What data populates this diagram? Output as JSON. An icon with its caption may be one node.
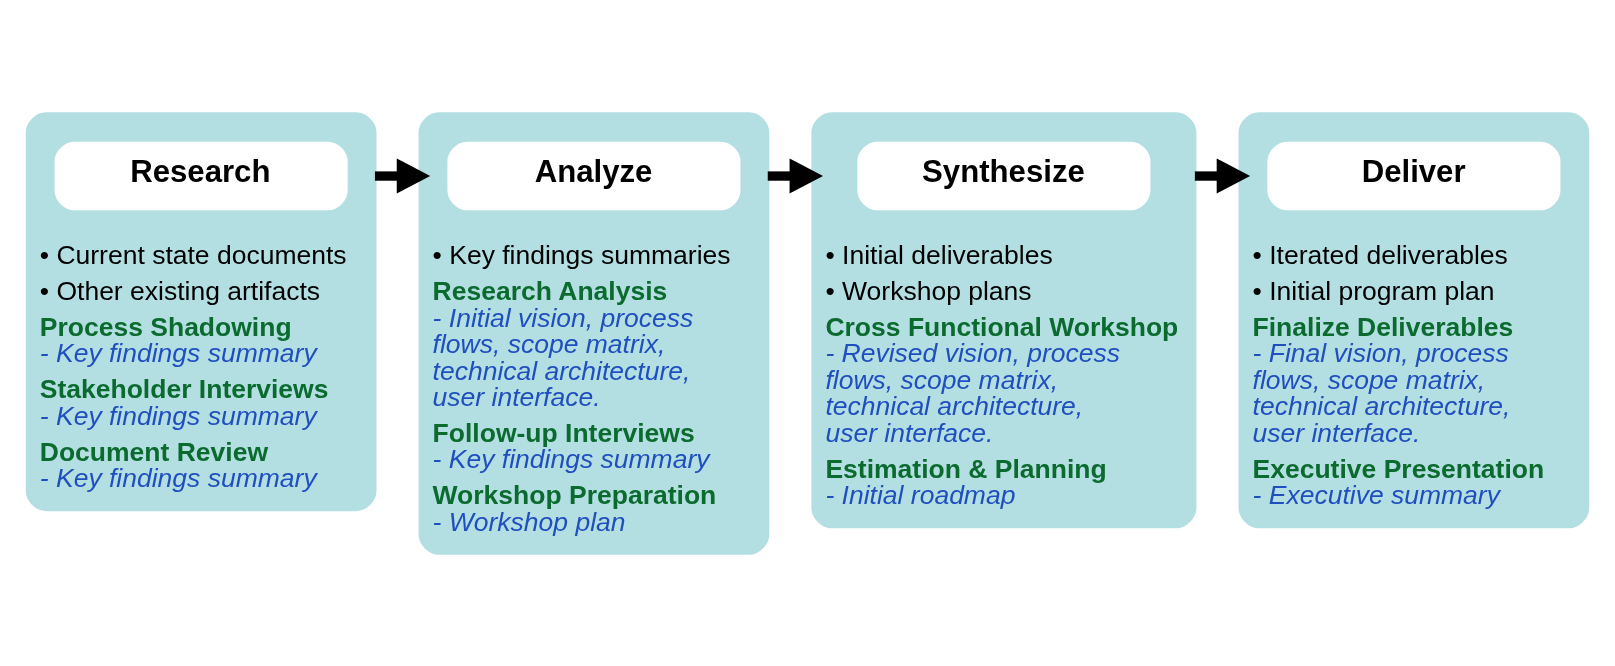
{
  "diagram": {
    "nodes": [
      {
        "text": [
          "• Current state documents",
          "• Other existing artifacts",
          "Process Shadowing",
          "- Key findings summary",
          "Stakeholder Interviews",
          "- Key findings summary",
          "Document Review",
          "- Key findings summary"
        ]
      },
      {
        "text": [
          "Research"
        ],
        "in": 0
      },
      {
        "text": [
          "• Key findings summaries",
          "Research Analysis",
          "- Initial vision, process flows, scope matrix, technical architecture, user interface.",
          "Follow-up Interviews",
          "- Key findings summary",
          "Workshop Preparation",
          "- Workshop plan"
        ]
      },
      {
        "text": [
          "Analyze"
        ],
        "in": 2
      },
      {
        "text": [
          "• Initial deliverables",
          "• Workshop plans",
          "Cross Functional Workshop",
          "- Revised vision, process flows, scope matrix, technical architecture, user interface.",
          "Estimation & Planning",
          "- Initial roadmap"
        ]
      },
      {
        "text": [
          "Synthesize"
        ],
        "in": 4
      },
      {
        "text": [
          "• Iterated deliverables",
          "• Initial program plan",
          "Finalize Deliverables",
          "- Final vision, process flows, scope matrix, technical architecture, user interface.",
          "Executive Presentation",
          "- Executive summary"
        ]
      },
      {
        "text": [
          "Deliver"
        ],
        "in": 6
      }
    ],
    "edges": [
      {
        "from": 0,
        "to": 2,
        "arrow": "to"
      },
      {
        "from": 2,
        "to": 4,
        "arrow": "to"
      },
      {
        "from": 4,
        "to": 6,
        "arrow": "to"
      }
    ]
  }
}
